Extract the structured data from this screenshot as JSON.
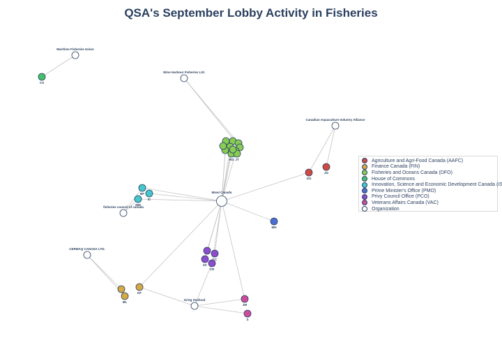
{
  "title": "QSA's September Lobby Activity in Fisheries",
  "categories": {
    "AAFC": {
      "label": "Agriculture and Agri-Food Canada (AAFC)",
      "color": "#d04a42"
    },
    "FIN": {
      "label": "Finance Canada (FIN)",
      "color": "#d4aa44"
    },
    "DFO": {
      "label": "Fisheries and Oceans Canada (DFO)",
      "color": "#88cc55"
    },
    "HOC": {
      "label": "House of Commons",
      "color": "#44c06a"
    },
    "ISED": {
      "label": "Innovation, Science and Economic Development Canada (ISED)",
      "color": "#44c8cc"
    },
    "PMO": {
      "label": "Prime Minister's Office (PMO)",
      "color": "#4c6ed0"
    },
    "PCO": {
      "label": "Privy Council Office (PCO)",
      "color": "#8c4ccc"
    },
    "VAC": {
      "label": "Veterans Affairs Canada (VAC)",
      "color": "#cc4c9c"
    },
    "ORG": {
      "label": "Organization",
      "color": "#ffffff"
    }
  },
  "legend_order": [
    "AAFC",
    "FIN",
    "DFO",
    "HOC",
    "ISED",
    "PMO",
    "PCO",
    "VAC",
    "ORG"
  ],
  "nodes": [
    {
      "id": "mowi",
      "label": "Mowi Canada",
      "cat": "ORG",
      "big": true
    },
    {
      "id": "mfu",
      "label": "Maritime Fisheries Union",
      "cat": "ORG"
    },
    {
      "id": "whf",
      "label": "Wine Harbour Fisheries Ltd.",
      "cat": "ORG"
    },
    {
      "id": "caia",
      "label": "Canadian Aquaculture Industry Alliance",
      "cat": "ORG"
    },
    {
      "id": "fcc",
      "label": "fisheries council of canada",
      "cat": "ORG"
    },
    {
      "id": "cermaq",
      "label": "CERMAQ CANADA LTD.",
      "cat": "ORG"
    },
    {
      "id": "grieg",
      "label": "Grieg Seafood",
      "cat": "ORG"
    },
    {
      "id": "cs",
      "label": "CS",
      "cat": "HOC"
    },
    {
      "id": "gg",
      "label": "GG",
      "cat": "AAFC"
    },
    {
      "id": "jg",
      "label": "JG",
      "cat": "AAFC"
    },
    {
      "id": "bf",
      "label": "BF",
      "cat": "ISED"
    },
    {
      "id": "ic",
      "label": "IC",
      "cat": "ISED"
    },
    {
      "id": "mm",
      "label": "MM",
      "cat": "ISED"
    },
    {
      "id": "mh",
      "label": "MH",
      "cat": "PMO"
    },
    {
      "id": "d1",
      "label": "",
      "cat": "DFO"
    },
    {
      "id": "d2",
      "label": "",
      "cat": "DFO"
    },
    {
      "id": "d3",
      "label": "",
      "cat": "DFO"
    },
    {
      "id": "d4",
      "label": "",
      "cat": "DFO"
    },
    {
      "id": "d5",
      "label": "",
      "cat": "DFO"
    },
    {
      "id": "d6",
      "label": "",
      "cat": "DFO"
    },
    {
      "id": "d7",
      "label": "",
      "cat": "DFO"
    },
    {
      "id": "rg",
      "label": "RG",
      "cat": "DFO"
    },
    {
      "id": "jt",
      "label": "JT",
      "cat": "DFO"
    },
    {
      "id": "d10",
      "label": "",
      "cat": "DFO"
    },
    {
      "id": "d11",
      "label": "",
      "cat": "DFO"
    },
    {
      "id": "p1",
      "label": "",
      "cat": "PCO"
    },
    {
      "id": "cc",
      "label": "CC",
      "cat": "PCO"
    },
    {
      "id": "sc",
      "label": "SC",
      "cat": "PCO"
    },
    {
      "id": "cr",
      "label": "CR",
      "cat": "PCO"
    },
    {
      "id": "f1",
      "label": "",
      "cat": "FIN"
    },
    {
      "id": "ml",
      "label": "ML",
      "cat": "FIN"
    },
    {
      "id": "kf",
      "label": "KF",
      "cat": "FIN"
    },
    {
      "id": "jm",
      "label": "JM",
      "cat": "VAC"
    },
    {
      "id": "s",
      "label": "S",
      "cat": "VAC"
    }
  ],
  "edges": [
    [
      "mfu",
      "cs"
    ],
    [
      "whf",
      "d3"
    ],
    [
      "whf",
      "d5"
    ],
    [
      "caia",
      "gg"
    ],
    [
      "caia",
      "jg"
    ],
    [
      "mowi",
      "d1"
    ],
    [
      "mowi",
      "d2"
    ],
    [
      "mowi",
      "d3"
    ],
    [
      "mowi",
      "d4"
    ],
    [
      "mowi",
      "rg"
    ],
    [
      "mowi",
      "d6"
    ],
    [
      "mowi",
      "gg"
    ],
    [
      "mowi",
      "bf"
    ],
    [
      "mowi",
      "ic"
    ],
    [
      "mowi",
      "mm"
    ],
    [
      "mowi",
      "mh"
    ],
    [
      "mowi",
      "p1"
    ],
    [
      "mowi",
      "sc"
    ],
    [
      "mowi",
      "cr"
    ],
    [
      "mowi",
      "cc"
    ],
    [
      "mowi",
      "kf"
    ],
    [
      "mowi",
      "jm"
    ],
    [
      "fcc",
      "bf"
    ],
    [
      "fcc",
      "mm"
    ],
    [
      "cermaq",
      "f1"
    ],
    [
      "cermaq",
      "ml"
    ],
    [
      "grieg",
      "kf"
    ],
    [
      "grieg",
      "cr"
    ],
    [
      "grieg",
      "jm"
    ],
    [
      "grieg",
      "s"
    ]
  ]
}
